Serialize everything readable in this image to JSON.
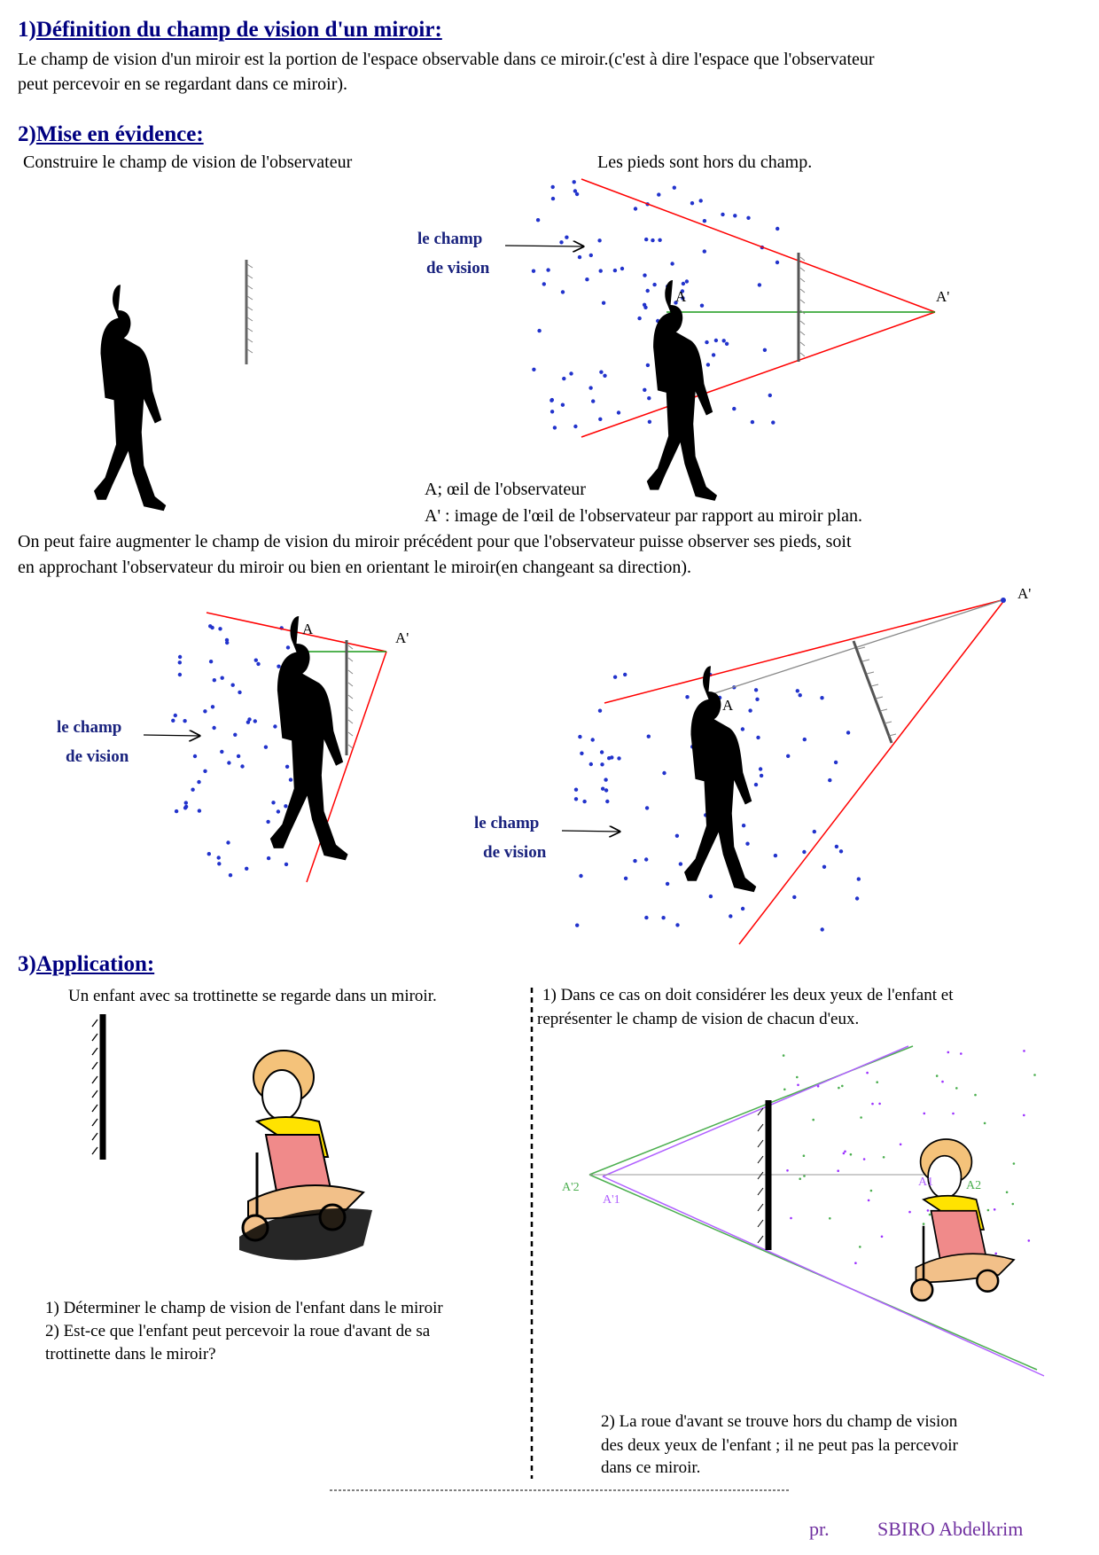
{
  "section1": {
    "number": "1)",
    "title": "Définition du champ de vision d'un miroir:",
    "line1": "Le champ de vision d'un miroir est la portion de l'espace observable dans ce miroir.(c'est  à dire l'espace que l'observateur",
    "line2": "peut percevoir en se regardant dans ce miroir)."
  },
  "section2": {
    "number": "2)",
    "title": "Mise en évidence:",
    "left_caption": "Construire le champ de vision de l'observateur",
    "right_caption": "Les pieds sont hors du champ.",
    "field_label_1": "le champ",
    "field_label_2": "de vision",
    "point_A": "A",
    "point_A_prime": "A'",
    "legend_A": "A; œil de l'observateur",
    "legend_A_prime": "A' : image de l'œil de l'observateur par rapport au miroir plan.",
    "para_line1": "On peut faire augmenter le champ de vision du miroir précédent pour que l'observateur puisse observer ses pieds, soit",
    "para_line2": "en approchant l'observateur du miroir ou bien en orientant le miroir(en changeant sa direction)."
  },
  "section3": {
    "number": "3)",
    "title": "Application:",
    "intro": "Un enfant avec sa trottinette se regarde dans un miroir.",
    "q1": "1) Déterminer le champ de vision de l'enfant dans le miroir",
    "q2": "2) Est-ce que l'enfant peut  percevoir la roue d'avant de sa",
    "q3": "trottinette dans le miroir?",
    "a1_line1": "1) Dans ce cas on doit considérer les deux yeux de l'enfant et",
    "a1_line2": "représenter le champ de vision de chacun d'eux.",
    "pt_A1": "A1",
    "pt_A2": "A2",
    "pt_A1p": "A'1",
    "pt_A2p": "A'2",
    "a2_line1": "2) La roue d'avant se trouve hors du champ de vision",
    "a2_line2": "des deux yeux de l'enfant ; il ne peut pas la  percevoir",
    "a2_line3": "dans ce miroir."
  },
  "footer": {
    "prefix": "pr.",
    "author": "SBIRO Abdelkrim"
  },
  "colors": {
    "heading": "#000080",
    "field_line": "#ff0000",
    "eye_line": "#00a000",
    "dots": "#2233cc",
    "eye1": "#9b30ff",
    "footer": "#7030a0"
  }
}
